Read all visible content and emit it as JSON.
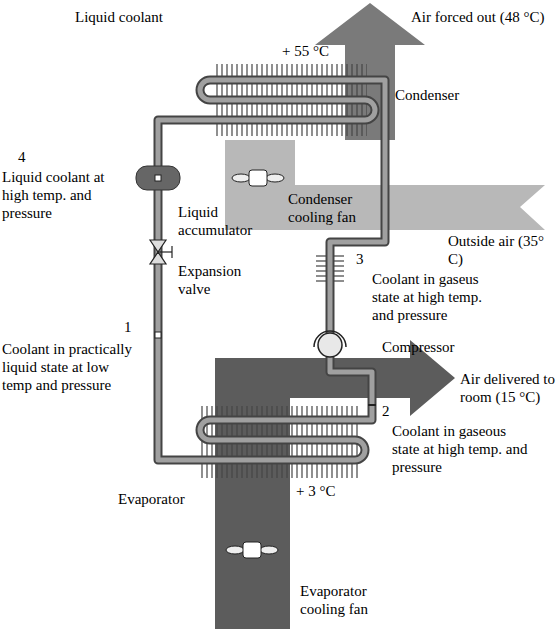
{
  "diagram": {
    "labels": [
      "Liquid coolant",
      "Air forced out (48 °C)",
      "+ 55 °C",
      "Condenser",
      "4",
      "Liquid coolant at high temp. and pressure",
      "Liquid accumulator",
      "Condenser cooling fan",
      "Outside air (35° C)",
      "3",
      "Coolant in gaseus state at high temp. and pressure",
      "Expansion valve",
      "Compressor",
      "1",
      "Coolant in practically liquid state at low temp and pressure",
      "Air delivered to room (15 °C)",
      "2",
      "Coolant in gaseous state at high temp. and pressure",
      "Evaporator",
      "+ 3 °C",
      "Evaporator cooling fan"
    ]
  }
}
